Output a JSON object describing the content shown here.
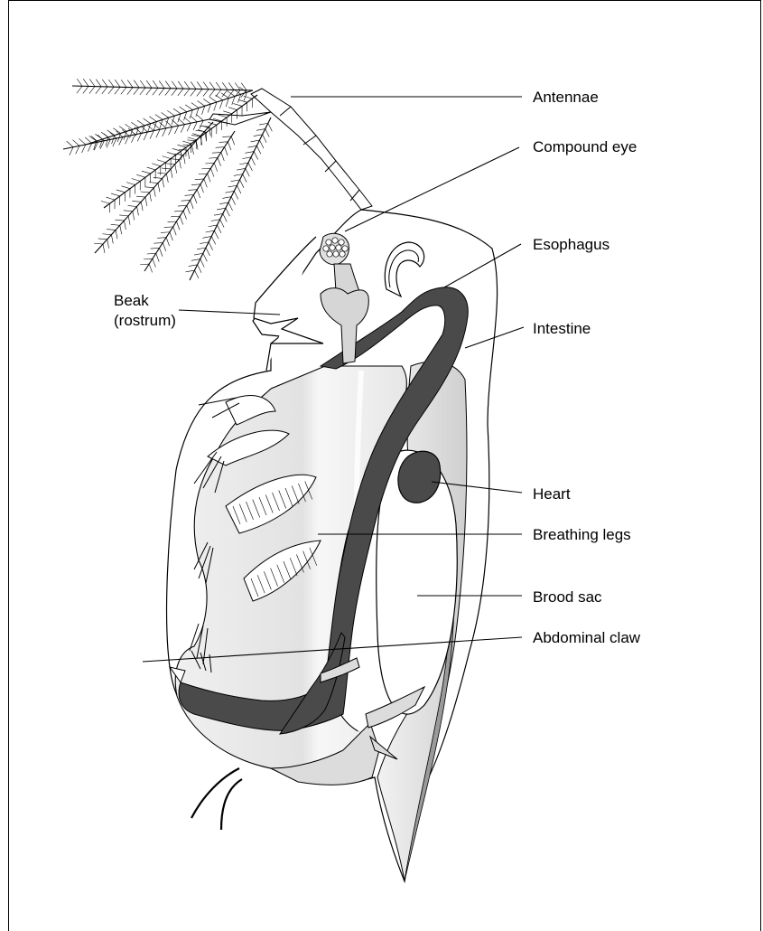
{
  "labels": {
    "antennae": "Antennae",
    "compound_eye": "Compound eye",
    "esophagus": "Esophagus",
    "beak_line1": "Beak",
    "beak_line2": "(rostrum)",
    "intestine": "Intestine",
    "heart": "Heart",
    "breathing_legs": "Breathing legs",
    "brood_sac": "Brood sac",
    "abdominal_claw": "Abdominal claw"
  },
  "colors": {
    "outline": "#000000",
    "gut": "#4a4a4a",
    "legs_fill": "#e4e4e4",
    "light_fill": "#d6d6d6",
    "background": "#ffffff"
  }
}
